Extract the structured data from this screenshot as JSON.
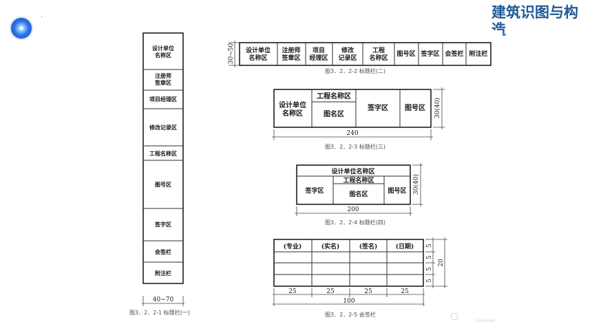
{
  "slide": {
    "title": "建筑识图与构造"
  },
  "fig1": {
    "caption": "图3．2．2-1 标题栏(一)",
    "rows": [
      "设计单位\n名称区",
      "注册师\n签章区",
      "项目经理区",
      "修改记录区",
      "工程名称区",
      "图号区",
      "签字区",
      "会签栏",
      "附注栏"
    ],
    "width_dim": "40~70"
  },
  "fig2": {
    "caption": "图3．2．2-2 标题栏(二)",
    "cells": [
      "设计单位\n名称区",
      "注册师\n签章区",
      "项目\n经理区",
      "修改\n记录区",
      "工程\n名称区",
      "图号区",
      "签字区",
      "会签栏",
      "附注栏"
    ],
    "height_dim": "30~50"
  },
  "fig3": {
    "caption": "图3．2．2-3 标题栏(三)",
    "design_unit": "设计单位\n名称区",
    "project_name": "工程名称区",
    "drawing_name": "图名区",
    "signature": "签字区",
    "drawing_no": "图号区",
    "width_dim": "240",
    "height_dim": "30(40)"
  },
  "fig4": {
    "caption": "图3．2．2-4 标题栏(四)",
    "design_unit": "设计单位名称区",
    "signature": "签字区",
    "project_name": "工程名称区",
    "drawing_name": "图名区",
    "drawing_no": "图号区",
    "width_dim": "200",
    "height_dim": "30(40)"
  },
  "fig5": {
    "caption": "图3．2．2-5 会签栏",
    "headers": [
      "(专业)",
      "(实名)",
      "(签名)",
      "(日期)"
    ],
    "col_dims": [
      "25",
      "25",
      "25",
      "25"
    ],
    "total_dim": "100",
    "row_dims": [
      "5",
      "5",
      "5",
      "5"
    ],
    "height_dim": "20"
  },
  "watermark": "Slidesbee"
}
